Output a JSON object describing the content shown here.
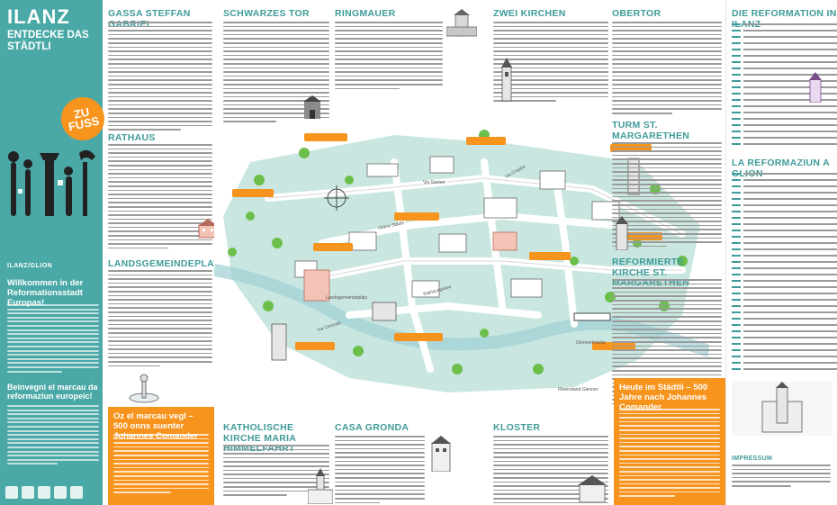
{
  "brand": {
    "title": "ILANZ",
    "subtitle": "ENTDECKE DAS STÄDTLI",
    "badge": "ZU FUSS",
    "logo_text": "ILANZ/GLION"
  },
  "welcome": {
    "title": "Willkommen in der Reformationsstadt Europas!",
    "title_rm": "Beinvegni el marcau da reformaziun europeic!"
  },
  "sections": {
    "gassa": "GASSA STEFFAN GABRIEL",
    "rathaus": "RATHAUS",
    "landsgemeinde": "LANDSGEMEINDEPLATZ",
    "schwarzes_tor": "SCHWARZES TOR",
    "ringmauer": "RINGMAUER",
    "zwei_kirchen": "ZWEI KIRCHEN",
    "obertor": "OBERTOR",
    "turm": "TURM ST. MARGARETHEN",
    "reformierte": "REFORMIERTE KIRCHE ST. MARGARETHEN",
    "katholische": "KATHOLISCHE KIRCHE MARIA HIMMELFAHRT",
    "casa_gronda": "CASA GRONDA",
    "kloster": "KLOSTER",
    "oz_el_marcau": "Oz el marcau vegl – 500 onns suenter Johannes Comander",
    "heute": "Heute im Städtli – 500 Jahre nach Johannes Comander",
    "reformation_ilanz": "DIE REFORMATION IN ILANZ",
    "reformaziun_glion": "LA REFORMAZIUN A GLION",
    "impressum": "IMPRESSUM"
  },
  "map": {
    "streets": [
      "Via Centrala",
      "Obere Städtli",
      "Via Santeri",
      "Via Crappa",
      "Landsgemeindeplatz",
      "Rathausgasse",
      "Glennerbrücke"
    ],
    "label": "Rheinstand Glenner"
  },
  "colors": {
    "teal": "#4aa9a7",
    "orange": "#f7941d",
    "mapgreen": "#bfe3db"
  }
}
